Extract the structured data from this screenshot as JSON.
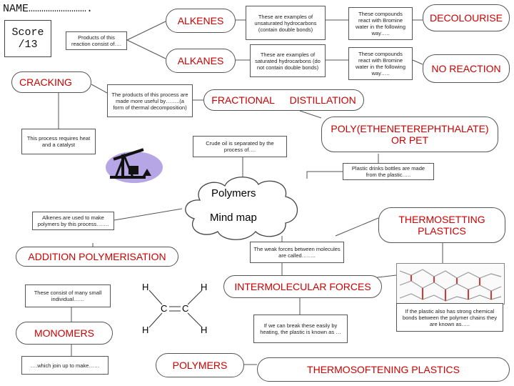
{
  "header": {
    "name_label": "NAME……………………….",
    "score_label": "Score",
    "score_value": "/13"
  },
  "centre": {
    "line1": "Polymers",
    "line2": "Mind map"
  },
  "terms": {
    "alkenes": "ALKENES",
    "alkanes": "ALKANES",
    "decolourise": "DECOLOURISE",
    "no_reaction": "NO REACTION",
    "cracking": "CRACKING",
    "fractional": "FRACTIONAL",
    "distillation": "DISTILLATION",
    "pet": "POLY(ETHENETEREPHTHALATE) OR PET",
    "thermosetting": "THERMOSETTING PLASTICS",
    "addition": "ADDITION POLYMERISATION",
    "intermolecular": "INTERMOLECULAR FORCES",
    "monomers": "MONOMERS",
    "polymers": "POLYMERS",
    "thermosoftening": "THERMOSOFTENING PLASTICS"
  },
  "notes": {
    "alkenes_examples": "These are examples of unsaturated hydrocarbons (contain double bonds)",
    "alkanes_examples": "These are examples of saturated hydrocarbons (do not contain double bonds)",
    "bromine_alkenes": "These compounds react with Bromine water in the following way…..",
    "bromine_alkanes": "These compounds react with Bromine water in the following way…..",
    "products": "Products of this reaction consist of….",
    "cracking_products": "The products of this process are made more useful by……..(a form of thermal decomposition)",
    "heat_catalyst": "This process requires heat and a catalyst",
    "crude_oil": "Crude oil is separated by the process of….",
    "bottles": "Plastic drinks bottles are made from the plastic…..",
    "alkenes_used": "Alkenes are used to make polymers by this process…….",
    "weak_forces": "The weak forces between molecules are called……..",
    "many_small": "These consist of many small individual……",
    "join_up": "….which join up to make……",
    "softening": "If we can break these easily by heating, the plastic is known as …",
    "strong_bonds": "If the plastic also has strong chemical bonds between the polymer chains they are known as….."
  },
  "ethene": {
    "h": "H",
    "c": "C"
  }
}
